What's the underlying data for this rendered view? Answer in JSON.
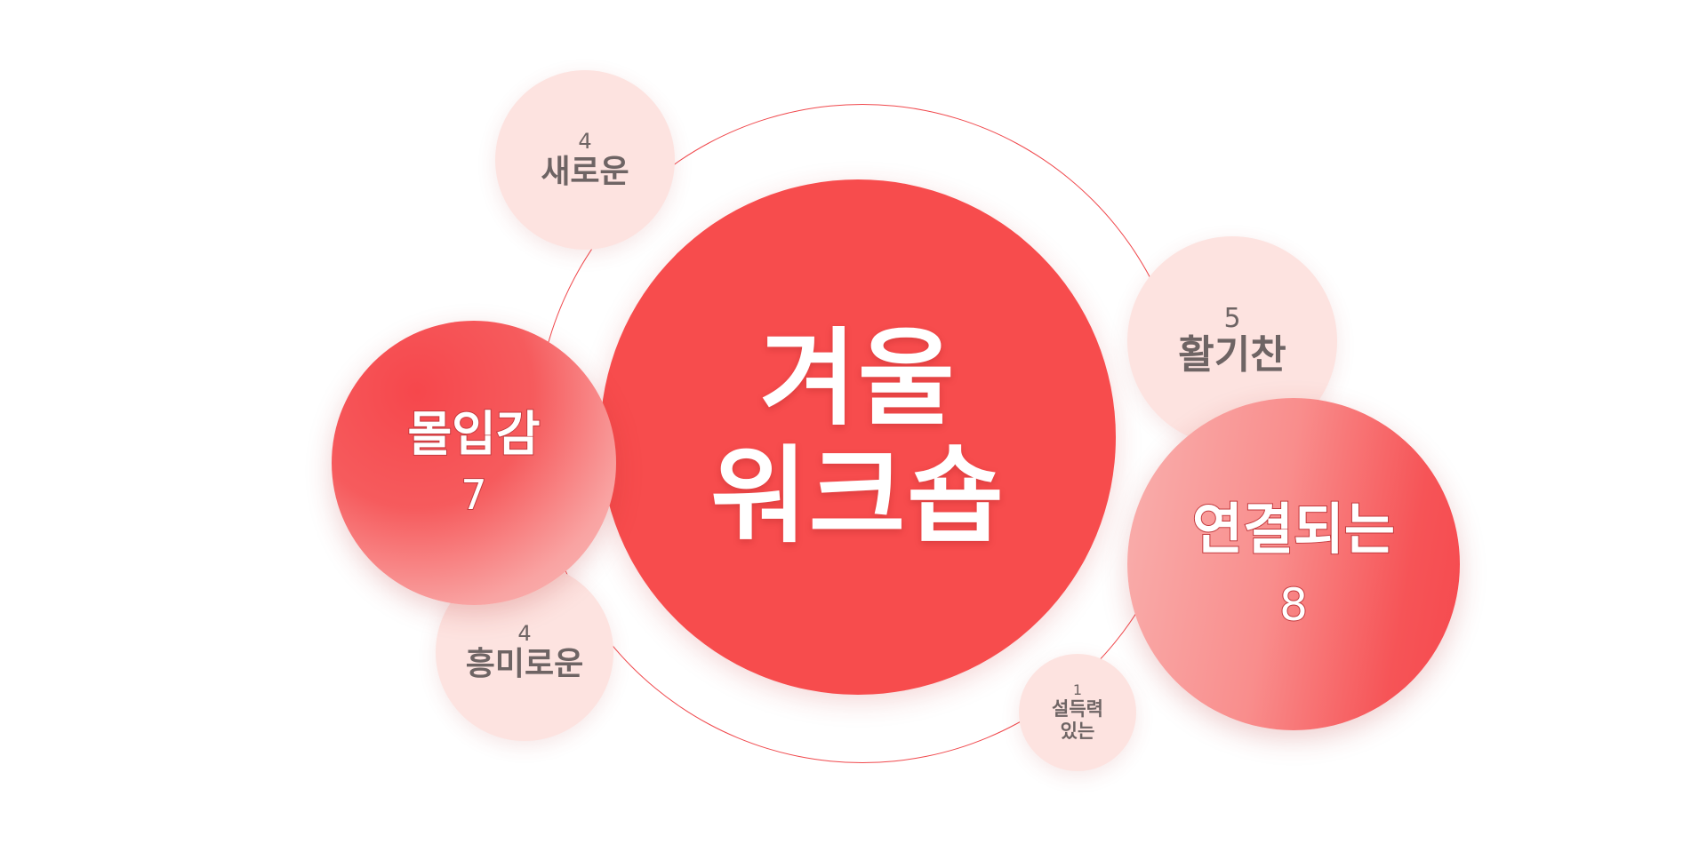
{
  "diagram": {
    "center": {
      "title_line1": "겨울",
      "title_line2": "워크숍"
    },
    "bubbles": {
      "new": {
        "label": "새로운",
        "count": "4"
      },
      "lively": {
        "label": "활기찬",
        "count": "5"
      },
      "immersion": {
        "label": "몰입감",
        "count": "7"
      },
      "connected": {
        "label": "연결되는",
        "count": "8"
      },
      "fun": {
        "label": "흥미로운",
        "count": "4"
      },
      "persuasive": {
        "label": "설득력\n있는",
        "count": "1"
      }
    },
    "colors": {
      "accent": "#f74c4d",
      "soft_fill": "#fde3e0",
      "muted_text": "#6e6464",
      "outline": "#c43a3e"
    }
  }
}
